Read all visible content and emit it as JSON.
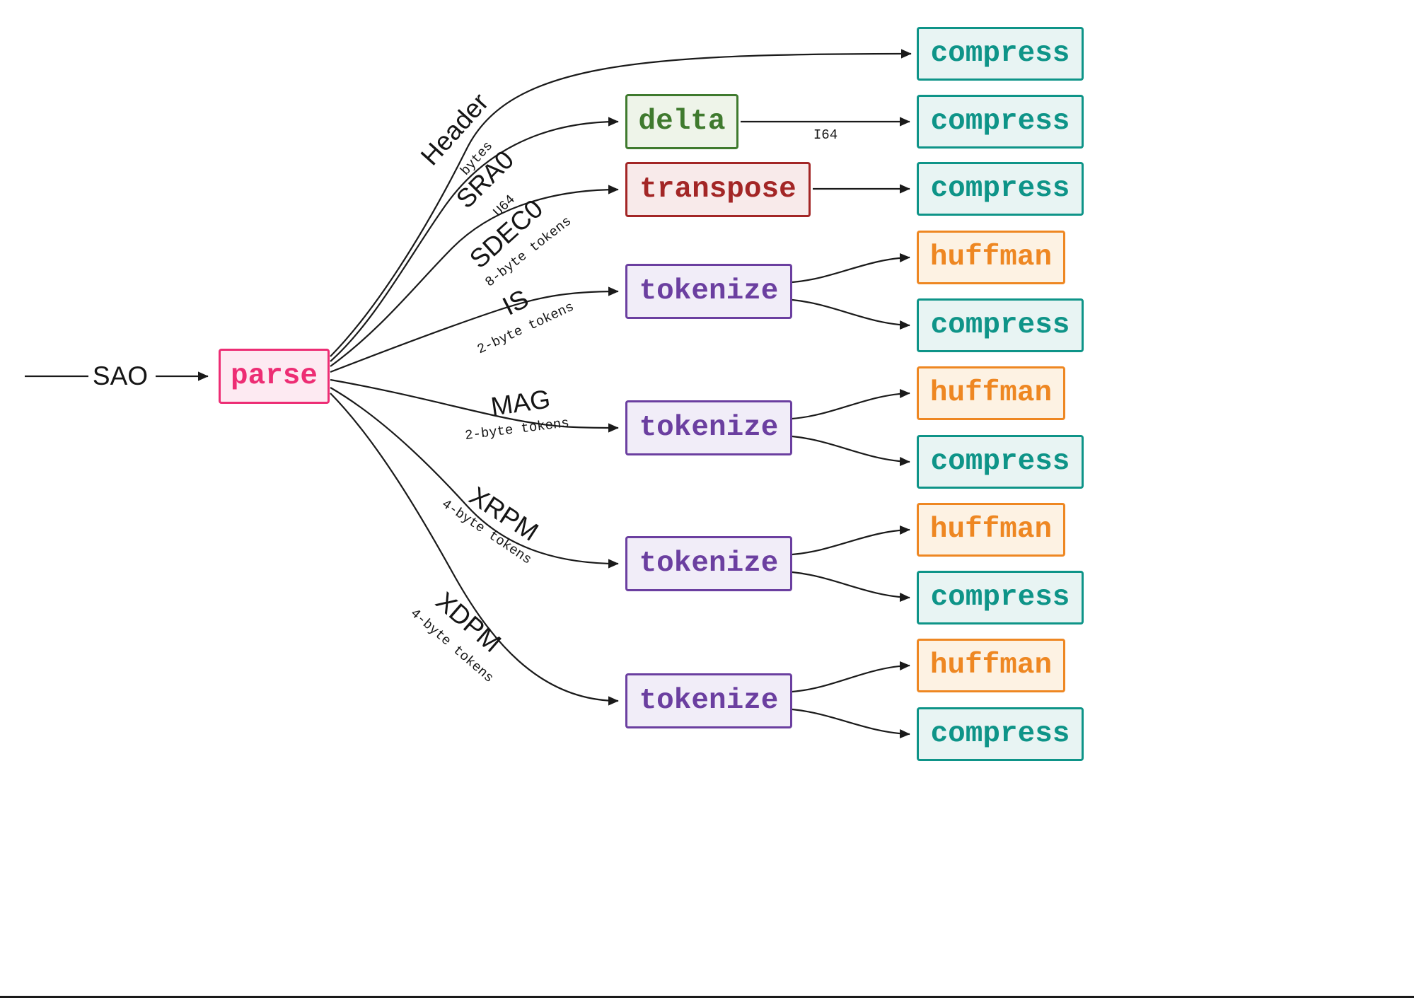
{
  "diagram": {
    "input": {
      "label": "SAO"
    },
    "nodes": {
      "parse": "parse",
      "delta": "delta",
      "transpose": "transpose",
      "tokenize": "tokenize",
      "compress": "compress",
      "huffman": "huffman"
    },
    "edge_labels": {
      "header": {
        "label": "Header",
        "sublabel": "bytes"
      },
      "sra0": {
        "label": "SRA0",
        "sublabel": "U64"
      },
      "sdec0": {
        "label": "SDEC0",
        "sublabel": "8-byte tokens"
      },
      "is": {
        "label": "IS",
        "sublabel": "2-byte tokens"
      },
      "mag": {
        "label": "MAG",
        "sublabel": "2-byte tokens"
      },
      "xrpm": {
        "label": "XRPM",
        "sublabel": "4-byte tokens"
      },
      "xdpm": {
        "label": "XDPM",
        "sublabel": "4-byte tokens"
      },
      "i64": {
        "label": "I64"
      }
    },
    "colors": {
      "parse": "#ed2d74",
      "delta": "#3f7a2e",
      "transpose": "#a32626",
      "tokenize": "#6b3fa0",
      "compress": "#0e9488",
      "huffman": "#ee8722",
      "edge": "#1a1a1a"
    }
  }
}
